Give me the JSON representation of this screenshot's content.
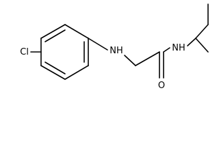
{
  "molecule": {
    "atoms": {
      "chlorine": "Cl",
      "aniline_nitrogen": "NH",
      "amide_nitrogen": "NH",
      "carbonyl_oxygen": "O"
    }
  }
}
